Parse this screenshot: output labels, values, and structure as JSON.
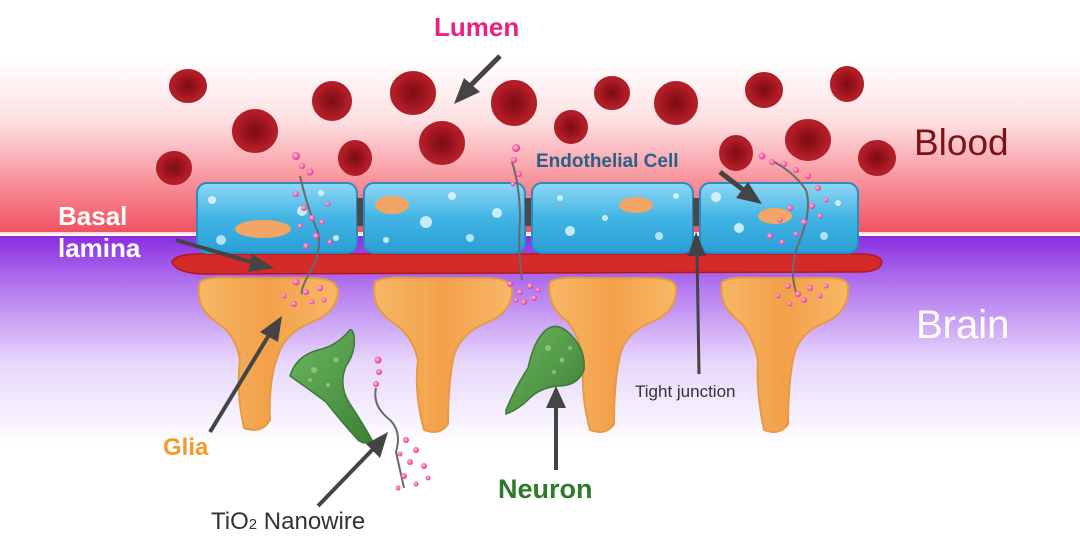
{
  "labels": {
    "lumen": "Lumen",
    "blood": "Blood",
    "brain": "Brain",
    "endothelial_cell": "Endothelial Cell",
    "basal_lamina_line1": "Basal",
    "basal_lamina_line2": "lamina",
    "tight_junction": "Tight junction",
    "glia": "Glia",
    "neuron": "Neuron",
    "tio2_prefix": "TiO",
    "tio2_subscript": "2",
    "tio2_suffix": " Nanowire"
  },
  "colors": {
    "lumen_label": "#e8227e",
    "blood_label": "#7a1216",
    "brain_label": "#ffffff",
    "endothelial_label": "#2a5f8a",
    "basal_label": "#ffffff",
    "tight_junction_label": "#333333",
    "glia_label": "#f39a2b",
    "neuron_label": "#2f7a2a",
    "tio2_label": "#333333",
    "red_blood_cell": "#a3121c",
    "endothelial_cell": "#4ab8e6",
    "basal_lamina": "#d42a2a",
    "glia_cell": "#f5ab53",
    "neuron_cell": "#4f9a47",
    "nanowire_particle": "#f04aa0"
  },
  "icons": [
    "red-blood-cell",
    "endothelial-cell",
    "glia-cell",
    "neuron-cell",
    "nanowire",
    "pointer-arrow"
  ]
}
